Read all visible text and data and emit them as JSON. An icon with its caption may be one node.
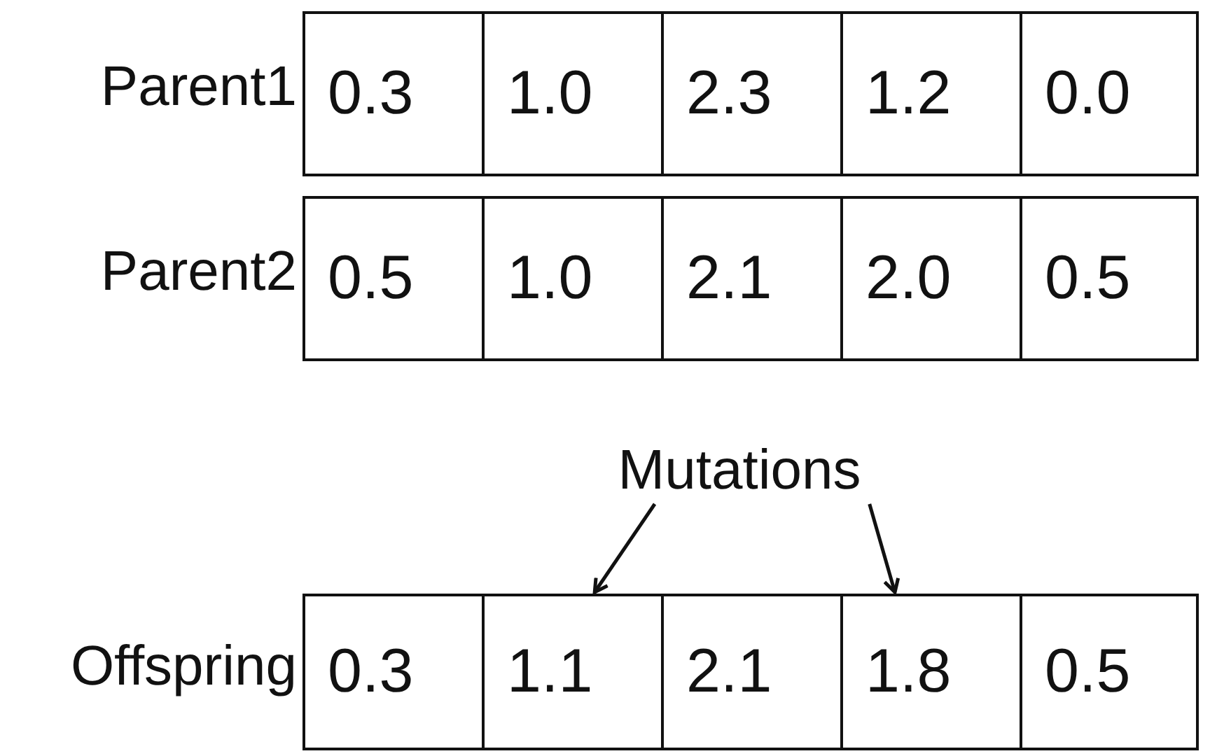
{
  "diagram": {
    "nodes": [
      {
        "text": [
          "0.3"
        ]
      },
      {
        "text": [
          "1.0"
        ]
      },
      {
        "text": [
          "2.3"
        ]
      },
      {
        "text": [
          "1.2"
        ]
      },
      {
        "text": [
          "0.0"
        ]
      },
      {
        "text": [
          "0.5"
        ]
      },
      {
        "text": [
          "1.0"
        ]
      },
      {
        "text": [
          "2.1"
        ]
      },
      {
        "text": [
          "2.0"
        ]
      },
      {
        "text": [
          "0.5"
        ]
      },
      {
        "text": [
          "Mutations"
        ]
      },
      {
        "text": [
          "0.3"
        ]
      },
      {
        "text": [
          "1.1"
        ]
      },
      {
        "text": [
          "2.1"
        ]
      },
      {
        "text": [
          "1.8"
        ]
      },
      {
        "text": [
          "0.5"
        ]
      }
    ],
    "edges": [
      {
        "from": 10,
        "to": 12,
        "arrow": "to"
      },
      {
        "from": 10,
        "to": 14,
        "arrow": "to"
      }
    ],
    "labels": [
      "Parent1",
      "Parent2",
      "Offspring"
    ]
  }
}
